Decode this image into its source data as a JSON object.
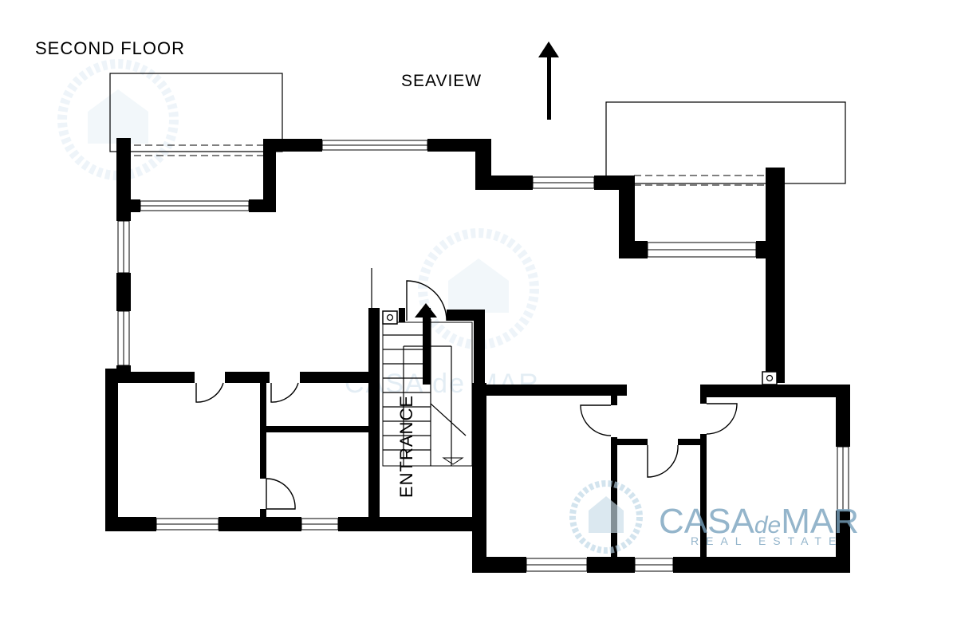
{
  "labels": {
    "floor_title": "SECOND FLOOR",
    "orientation": "SEAVIEW",
    "entrance": "ENTRANCE"
  },
  "watermark": {
    "brand_casa": "CASA",
    "brand_de": "de",
    "brand_mar": "MAR",
    "tagline": "REAL ESTATE",
    "color": "#7aa3bf"
  },
  "colors": {
    "wall": "#000000",
    "background": "#ffffff",
    "watermark_light": "#dbe9f2"
  }
}
